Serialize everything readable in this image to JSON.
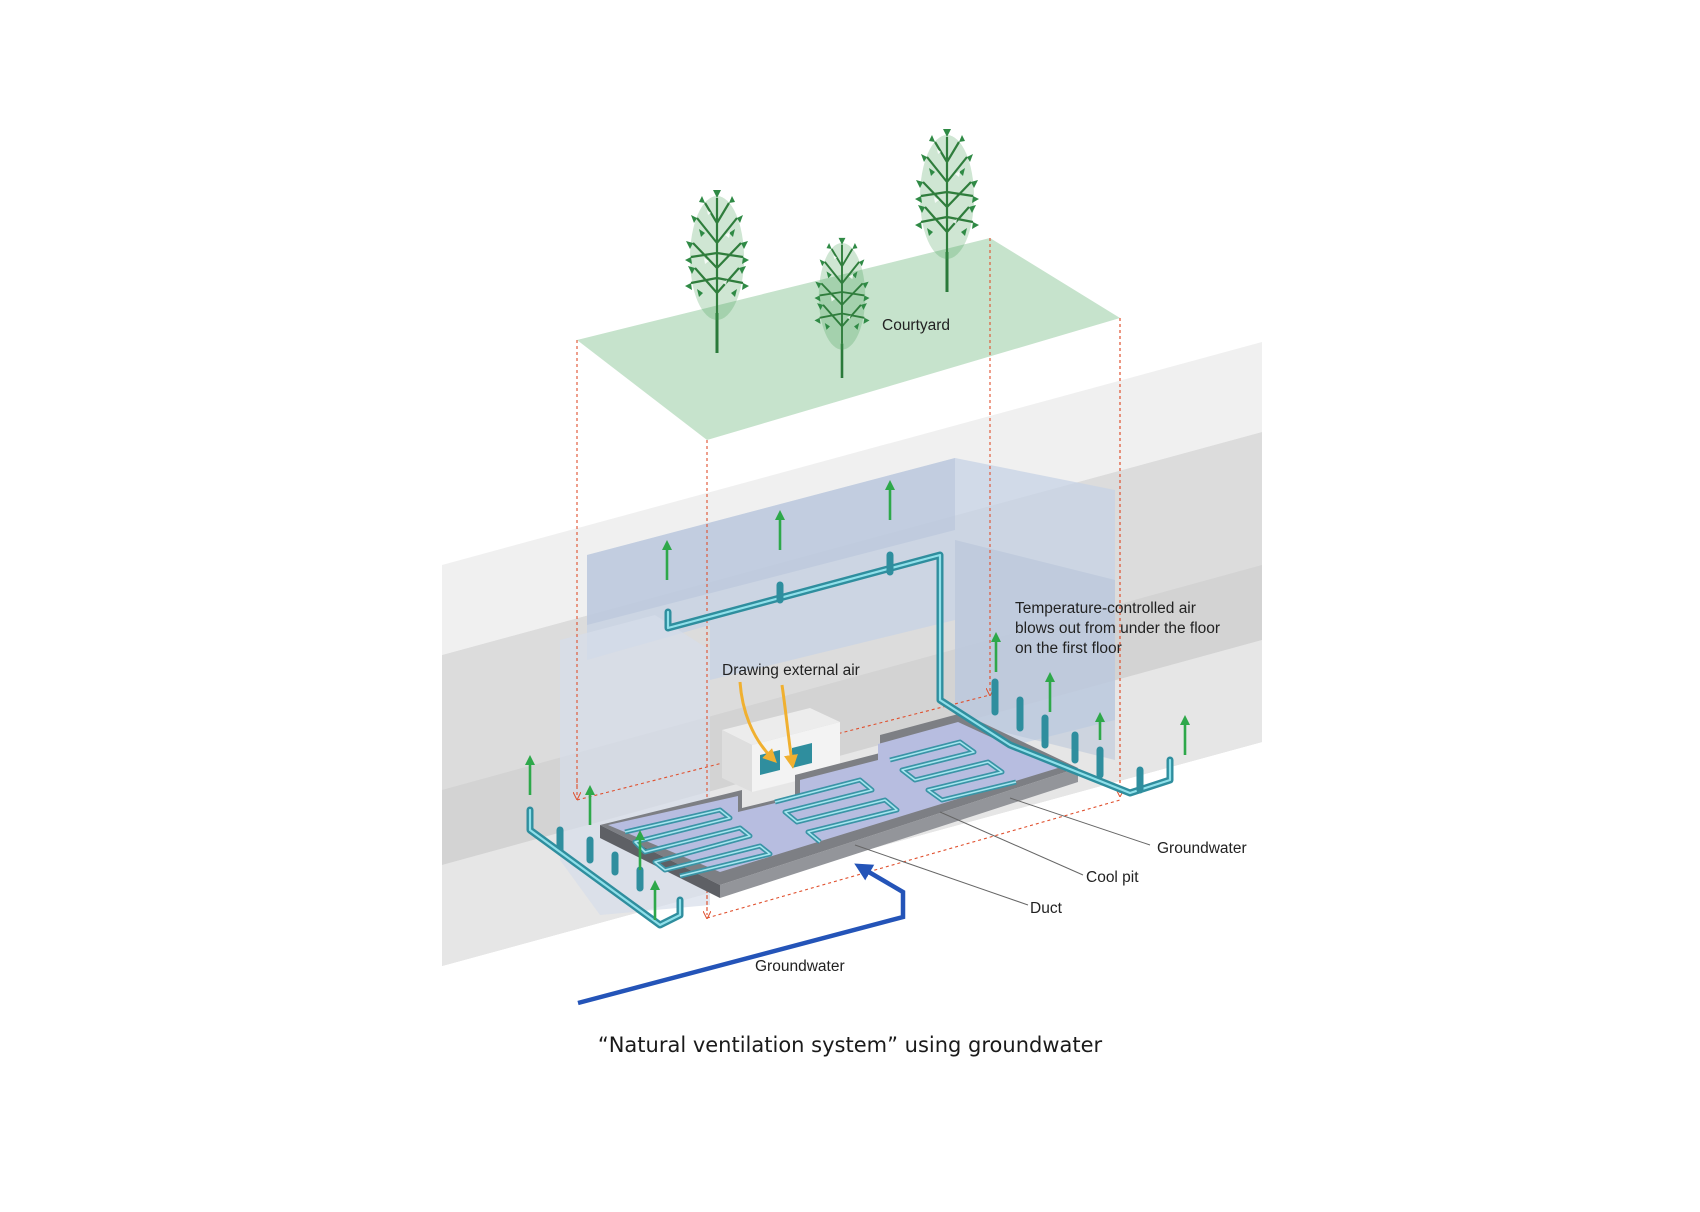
{
  "labels": {
    "courtyard": "Courtyard",
    "temperature_line1": "Temperature-controlled air",
    "temperature_line2": "blows out from under the floor",
    "temperature_line3": "on the first floor",
    "drawing_external_air": "Drawing external air",
    "groundwater_right": "Groundwater",
    "cool_pit": "Cool pit",
    "duct": "Duct",
    "groundwater_bottom": "Groundwater"
  },
  "caption": "“Natural ventilation system” using groundwater",
  "colors": {
    "courtyard": "#c6e3cc",
    "air_arrow": "#2ea84a",
    "duct": "#2f8e9e",
    "external_air_arrow": "#f0b030",
    "groundwater_arrow": "#2454b8",
    "guide_line": "#e0502e",
    "pit_frame": "#7d7f84",
    "pit_floor": "#b7bde0",
    "building_glass": "#c7d3e6"
  }
}
